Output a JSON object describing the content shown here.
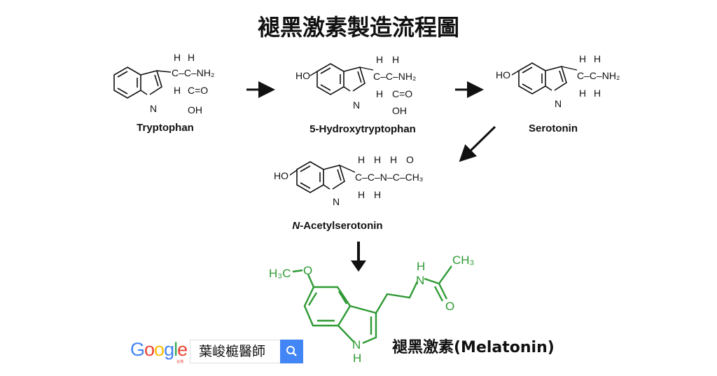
{
  "title": "褪黑激素製造流程圖",
  "molecules": {
    "tryptophan": {
      "name": "Tryptophan",
      "h": "H",
      "chain": "C–C–NH₂",
      "co": "C=O",
      "oh": "OH",
      "n": "N"
    },
    "hydroxytryptophan": {
      "name": "5-Hydroxytryptophan",
      "ho": "HO",
      "h": "H",
      "chain": "C–C–NH₂",
      "co": "C=O",
      "oh": "OH",
      "n": "N"
    },
    "serotonin": {
      "name": "Serotonin",
      "ho": "HO",
      "h": "H",
      "chain": "C–C–NH₂",
      "n": "N"
    },
    "acetylserotonin": {
      "name_prefix": "N",
      "name": "-Acetylserotonin",
      "ho": "HO",
      "h": "H",
      "o": "O",
      "chain": "C–C–N–C–CH₃",
      "n": "N"
    },
    "melatonin": {
      "h3c": "H₃C",
      "o": "O",
      "n": "N",
      "h": "H",
      "ch3": "CH₃",
      "label": "褪黑激素(Melatonin)"
    }
  },
  "colors": {
    "melatonin": "#2e9a34",
    "search_button": "#4285f4"
  },
  "search": {
    "logo": "Google",
    "logo_sub": "台灣",
    "query": "葉峻榳醫師",
    "icon": "search-icon"
  }
}
